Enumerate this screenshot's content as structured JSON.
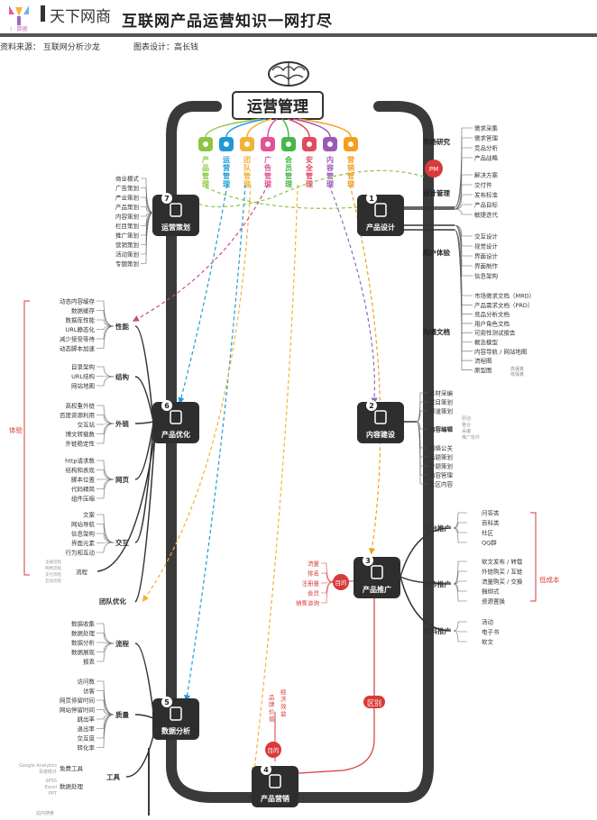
{
  "header": {
    "logo_sub": "i · 数据",
    "logo_text": "天下网商",
    "title": "互联网产品运营知识一网打尽",
    "source": "资料来源：  互联网分析沙龙",
    "design": "图表设计：高长钱"
  },
  "hub": {
    "title": "运营管理",
    "categories": [
      {
        "label": "产品管理",
        "color": "#8cc63f"
      },
      {
        "label": "运营管理",
        "color": "#1e9bd7"
      },
      {
        "label": "团队管理",
        "color": "#f2b234"
      },
      {
        "label": "广告管理",
        "color": "#e2519a"
      },
      {
        "label": "会员管理",
        "color": "#48b649"
      },
      {
        "label": "安全管理",
        "color": "#e04a61"
      },
      {
        "label": "内容管理",
        "color": "#9b59b6"
      },
      {
        "label": "营销管理",
        "color": "#f29e1f"
      }
    ]
  },
  "nodes": {
    "n1": {
      "num": "1",
      "label": "产品设计"
    },
    "n2": {
      "num": "2",
      "label": "内容建设"
    },
    "n3": {
      "num": "3",
      "label": "产品推广"
    },
    "n4": {
      "num": "4",
      "label": "产品营销"
    },
    "n5": {
      "num": "5",
      "label": "数据分析"
    },
    "n6": {
      "num": "6",
      "label": "产品优化"
    },
    "n7": {
      "num": "7",
      "label": "运营策划"
    }
  },
  "pm": "PM",
  "product_design": {
    "market": {
      "label": "市场研究",
      "items": [
        "需求采集",
        "需求管理",
        "竞品分析",
        "产品战略"
      ]
    },
    "design": {
      "label": "设计管理",
      "items": [
        "解决方案",
        "交付件",
        "发布标准",
        "产品目标",
        "敏捷迭代"
      ]
    },
    "ux": {
      "label": "用户体验",
      "items": [
        "交互设计",
        "视觉设计",
        "界面设计",
        "界面制作",
        "信息架构"
      ]
    },
    "docs": {
      "label": "沟通文档",
      "items": [
        "市场需求文档（MRD）",
        "产品需求文档（PRD）",
        "竞品分析文档",
        "用户角色文档",
        "可用性测试报告",
        "概念模型",
        "内容导航 / 网站地图",
        "流程图",
        "原型图"
      ],
      "note": [
        "高保真",
        "低保真"
      ]
    }
  },
  "content": {
    "top": [
      "素材采编",
      "栏目策划",
      "频道策划"
    ],
    "edit": {
      "label": "内容编辑",
      "notes": [
        "原创",
        "整合",
        "采编",
        "推广软件"
      ]
    },
    "bottom": [
      "网络公关",
      "话题策划",
      "专题策划",
      "内容管理",
      "社区内容"
    ]
  },
  "promotion": {
    "platform": {
      "label": "平台推广",
      "items": [
        "问答类",
        "百科类",
        "社区",
        "QQ群"
      ]
    },
    "cooperation": {
      "label": "合作推广",
      "items": [
        "软文发布 / 转载",
        "外链购买 / 互链",
        "流量购买 / 交换",
        "捆绑式",
        "资源置换"
      ]
    },
    "material": {
      "label": "物料推广",
      "items": [
        "活动",
        "电子书",
        "软文"
      ]
    },
    "low_cost": "低成本",
    "purpose": "目的",
    "purpose_items": [
      "流量",
      "排名",
      "注册量",
      "会员",
      "销售咨询"
    ]
  },
  "marketing": {
    "purpose": "目的",
    "left": "品牌价值",
    "right": "经济效益",
    "distinguish": "区别"
  },
  "planning": {
    "items": [
      "商业模式",
      "广告策划",
      "产业策划",
      "产品策划",
      "内容策划",
      "栏目策划",
      "推广策划",
      "营销策划",
      "活动策划",
      "专题策划"
    ]
  },
  "optimization": {
    "tiyan": "体验",
    "team": "团队优化",
    "perf": {
      "label": "性能",
      "items": [
        "动态内容缓存",
        "数据缓存",
        "数据库性能",
        "URL静态化",
        "减少接受等待",
        "动态脚本加速"
      ]
    },
    "struct": {
      "label": "结构",
      "items": [
        "目录架构",
        "URL结构",
        "网站地图"
      ]
    },
    "links": {
      "label": "外链",
      "items": [
        "高权重外链",
        "百度资源利用",
        "交互站",
        "博文转载数",
        "外链稳定性"
      ]
    },
    "page": {
      "label": "网页",
      "items": [
        "http请求数",
        "结构和表现",
        "脚本位置",
        "代码精简",
        "组件压缩"
      ]
    },
    "interact": {
      "label": "交互",
      "items": [
        "文案",
        "网站导航",
        "信息架构",
        "界面元素",
        "行为和互动"
      ]
    },
    "process": {
      "label": "流程",
      "items": [
        "注册流程",
        "购物流程",
        "支付流程",
        "互动流程"
      ]
    }
  },
  "analysis": {
    "flow": {
      "label": "流程",
      "items": [
        "数据收集",
        "数据处理",
        "数据分析",
        "数据展现",
        "报表"
      ]
    },
    "quality": {
      "label": "质量",
      "items": [
        "访问数",
        "访客",
        "网页停留时间",
        "网站停留时间",
        "跳出率",
        "退出率",
        "交互度",
        "转化率"
      ]
    },
    "tools": {
      "label": "工具",
      "free": "免费工具",
      "free_items": [
        "Google Analytics",
        "百度统计"
      ],
      "data": "数据处理",
      "data_items": [
        "SPSS",
        "Excel",
        "PPT"
      ]
    },
    "bottom_note": "站内搜索"
  }
}
